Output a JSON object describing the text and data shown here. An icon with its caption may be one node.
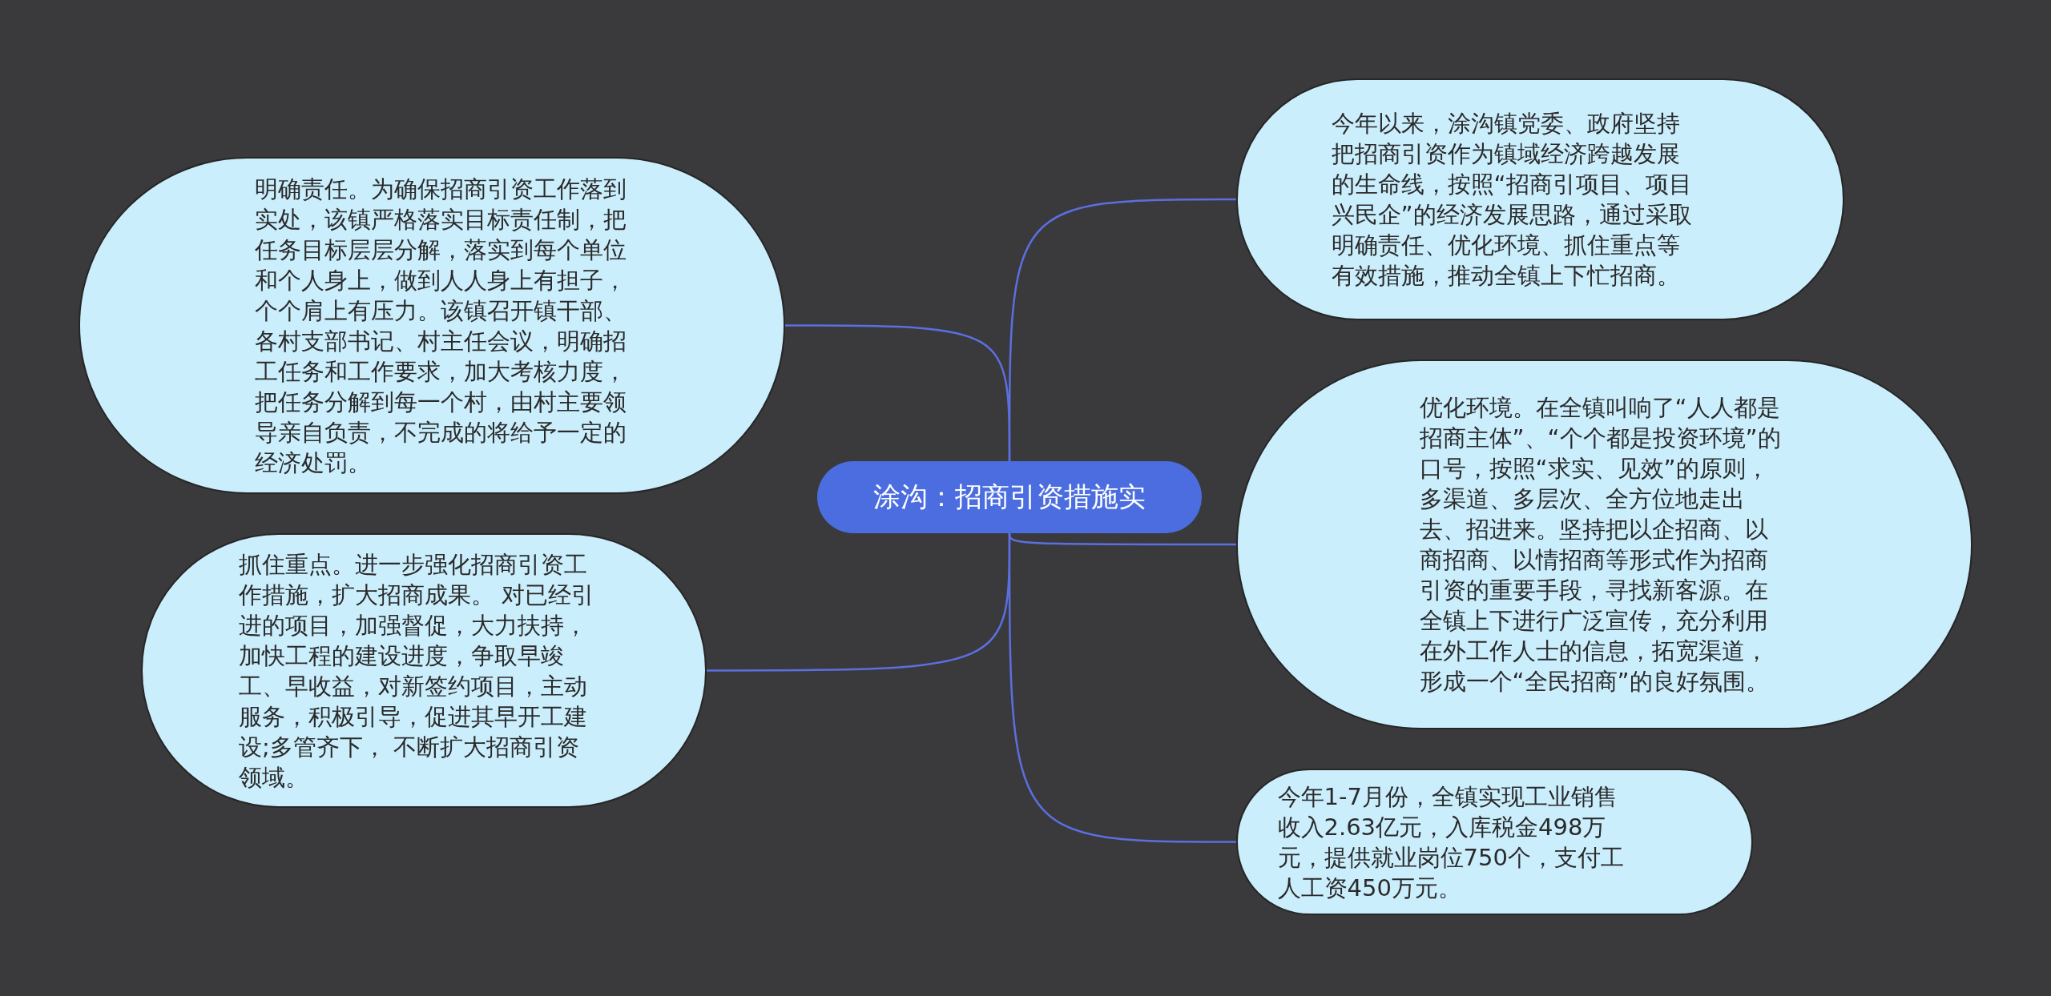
{
  "diagram": {
    "nodes": [
      {
        "text": [
          "涂沟：招商引资措施实"
        ]
      },
      {
        "text": [
          "明确责任。为确保招商引资工作落到实处，该镇严格落实目标责任制，把任务目标层层分解，落实到每个单位和个人身上，做到人人身上有担子，个个肩上有压力。该镇召开镇干部、各村支部书记、村主任会议，明确招工任务和工作要求，加大考核力度，把任务分解到每一个村，由村主要领导亲自负责，不完成的将给予一定的经济处罚。"
        ]
      },
      {
        "text": [
          "抓住重点。进一步强化招商引资工作措施，扩大招商成果。 对已经引进的项目，加强督促，大力扶持，加快工程的建设进度，争取早竣工、早收益，对新签约项目，主动服务，积极引导，促进其早开工建设;多管齐下， 不断扩大招商引资领域。"
        ]
      },
      {
        "text": [
          "今年以来，涂沟镇党委、政府坚持把招商引资作为镇域经济跨越发展的生命线，按照“招商引项目、项目兴民企”的经济发展思路，通过采取明确责任、优化环境、抓住重点等有效措施，推动全镇上下忙招商。"
        ]
      },
      {
        "text": [
          "优化环境。在全镇叫响了“人人都是招商主体”、“个个都是投资环境”的口号，按照“求实、见效”的原则，多渠道、多层次、全方位地走出去、招进来。坚持把以企招商、以商招商、以情招商等形式作为招商引资的重要手段，寻找新客源。在全镇上下进行广泛宣传，充分利用在外工作人士的信息，拓宽渠道，形成一个“全民招商”的良好氛围。"
        ]
      },
      {
        "text": [
          "今年1-7月份，全镇实现工业销售收入2.63亿元，入库税金498万元，提供就业岗位750个，支付工人工资450万元。"
        ]
      }
    ],
    "edges": [
      {
        "from": 0,
        "to": 1,
        "arrow": "none"
      },
      {
        "from": 0,
        "to": 2,
        "arrow": "none"
      },
      {
        "from": 0,
        "to": 3,
        "arrow": "none"
      },
      {
        "from": 0,
        "to": 4,
        "arrow": "none"
      },
      {
        "from": 0,
        "to": 5,
        "arrow": "none"
      }
    ]
  }
}
